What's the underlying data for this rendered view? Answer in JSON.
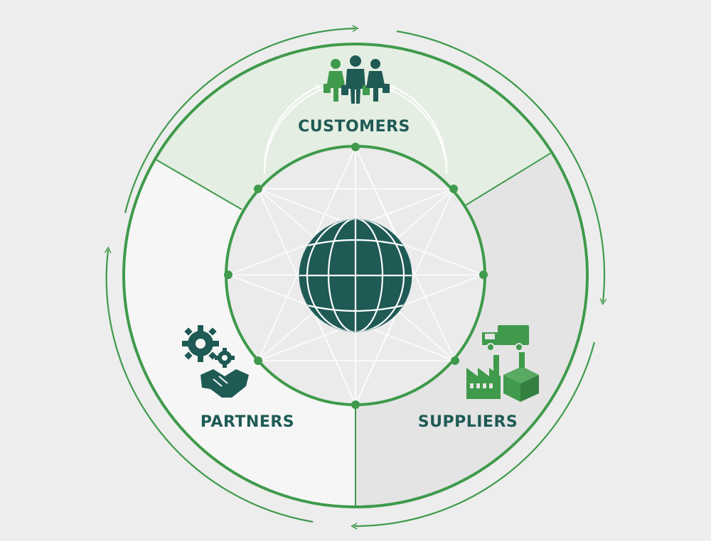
{
  "segments": {
    "customers": {
      "label": "CUSTOMERS",
      "icon": "people-shopping-icon"
    },
    "suppliers": {
      "label": "SUPPLIERS",
      "icon": "truck-factory-box-icon"
    },
    "partners": {
      "label": "PARTNERS",
      "icon": "gears-handshake-icon"
    }
  },
  "center": {
    "icon": "globe-icon"
  },
  "colors": {
    "accent_green": "#3f9a4b",
    "dark_teal": "#1f5a55",
    "customers_fill": "#e4eee2",
    "suppliers_fill": "#e4e4e4",
    "partners_fill": "#f6f6f6",
    "background": "#ededed"
  }
}
